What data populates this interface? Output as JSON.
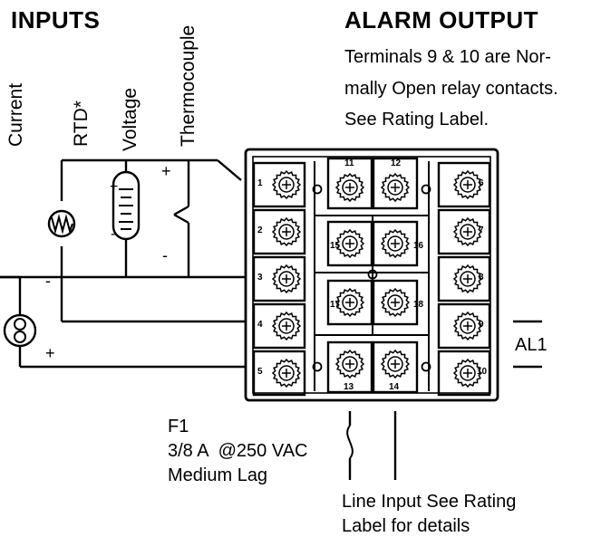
{
  "inputs_title": "INPUTS",
  "input_labels": {
    "current": "Current",
    "rtd": "RTD*",
    "voltage": "Voltage",
    "thermocouple": "Thermocouple"
  },
  "polarity": {
    "plus": "+",
    "minus": "-"
  },
  "alarm": {
    "title": "ALARM OUTPUT",
    "desc_lines": [
      "Terminals 9 & 10 are Nor-",
      "mally Open relay contacts.",
      "See Rating Label."
    ],
    "label": "AL1"
  },
  "terminals": {
    "left": [
      "1",
      "2",
      "3",
      "4",
      "5"
    ],
    "right": [
      "6",
      "7",
      "8",
      "9",
      "10"
    ],
    "top": [
      "11",
      "12"
    ],
    "bottom": [
      "13",
      "14"
    ],
    "inner": [
      "15",
      "16",
      "17",
      "18"
    ]
  },
  "fuse": {
    "name": "F1",
    "rating": "3/8 A  @250 VAC",
    "type": "Medium Lag"
  },
  "line_input": [
    "Line Input See Rating",
    "Label for details"
  ]
}
